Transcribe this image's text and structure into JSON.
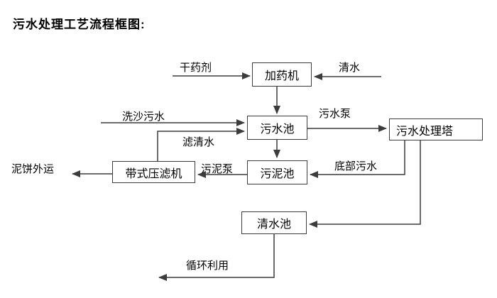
{
  "title": "污水处理工艺流程框图:",
  "colors": {
    "background": "#ffffff",
    "line": "#3c3c3c",
    "box_border": "#3c3c3c",
    "text": "#000000"
  },
  "diagram": {
    "type": "flowchart",
    "nodes": {
      "dosing_machine": "加药机",
      "sewage_pool": "污水池",
      "treatment_tower": "污水处理塔",
      "belt_filter_press": "带式压滤机",
      "sludge_pool": "污泥池",
      "clear_water_pool": "清水池"
    },
    "flow_labels": {
      "dry_chemical": "干药剂",
      "clear_water": "清水",
      "sand_washing_sewage": "洗沙污水",
      "sewage_pump": "污水泵",
      "filtered_water": "滤清水",
      "sludge_pump": "污泥泵",
      "bottom_sewage": "底部污水",
      "mud_cake_outbound": "泥饼外运",
      "recycling": "循环利用"
    },
    "edges": [
      {
        "from": "干药剂",
        "to": "加药机"
      },
      {
        "from": "清水",
        "to": "加药机"
      },
      {
        "from": "加药机",
        "to": "污水池"
      },
      {
        "from": "洗沙污水",
        "to": "污水池"
      },
      {
        "from": "污水池",
        "to": "污水处理塔",
        "via": "污水泵"
      },
      {
        "from": "污水池",
        "to": "污泥池"
      },
      {
        "from": "带式压滤机",
        "to": "污水池",
        "via": "滤清水"
      },
      {
        "from": "污水处理塔",
        "to": "污泥池",
        "via": "底部污水"
      },
      {
        "from": "污泥池",
        "to": "带式压滤机",
        "via": "污泥泵"
      },
      {
        "from": "带式压滤机",
        "to": "泥饼外运"
      },
      {
        "from": "污水处理塔",
        "to": "清水池"
      },
      {
        "from": "清水池",
        "to": "循环利用"
      }
    ]
  }
}
